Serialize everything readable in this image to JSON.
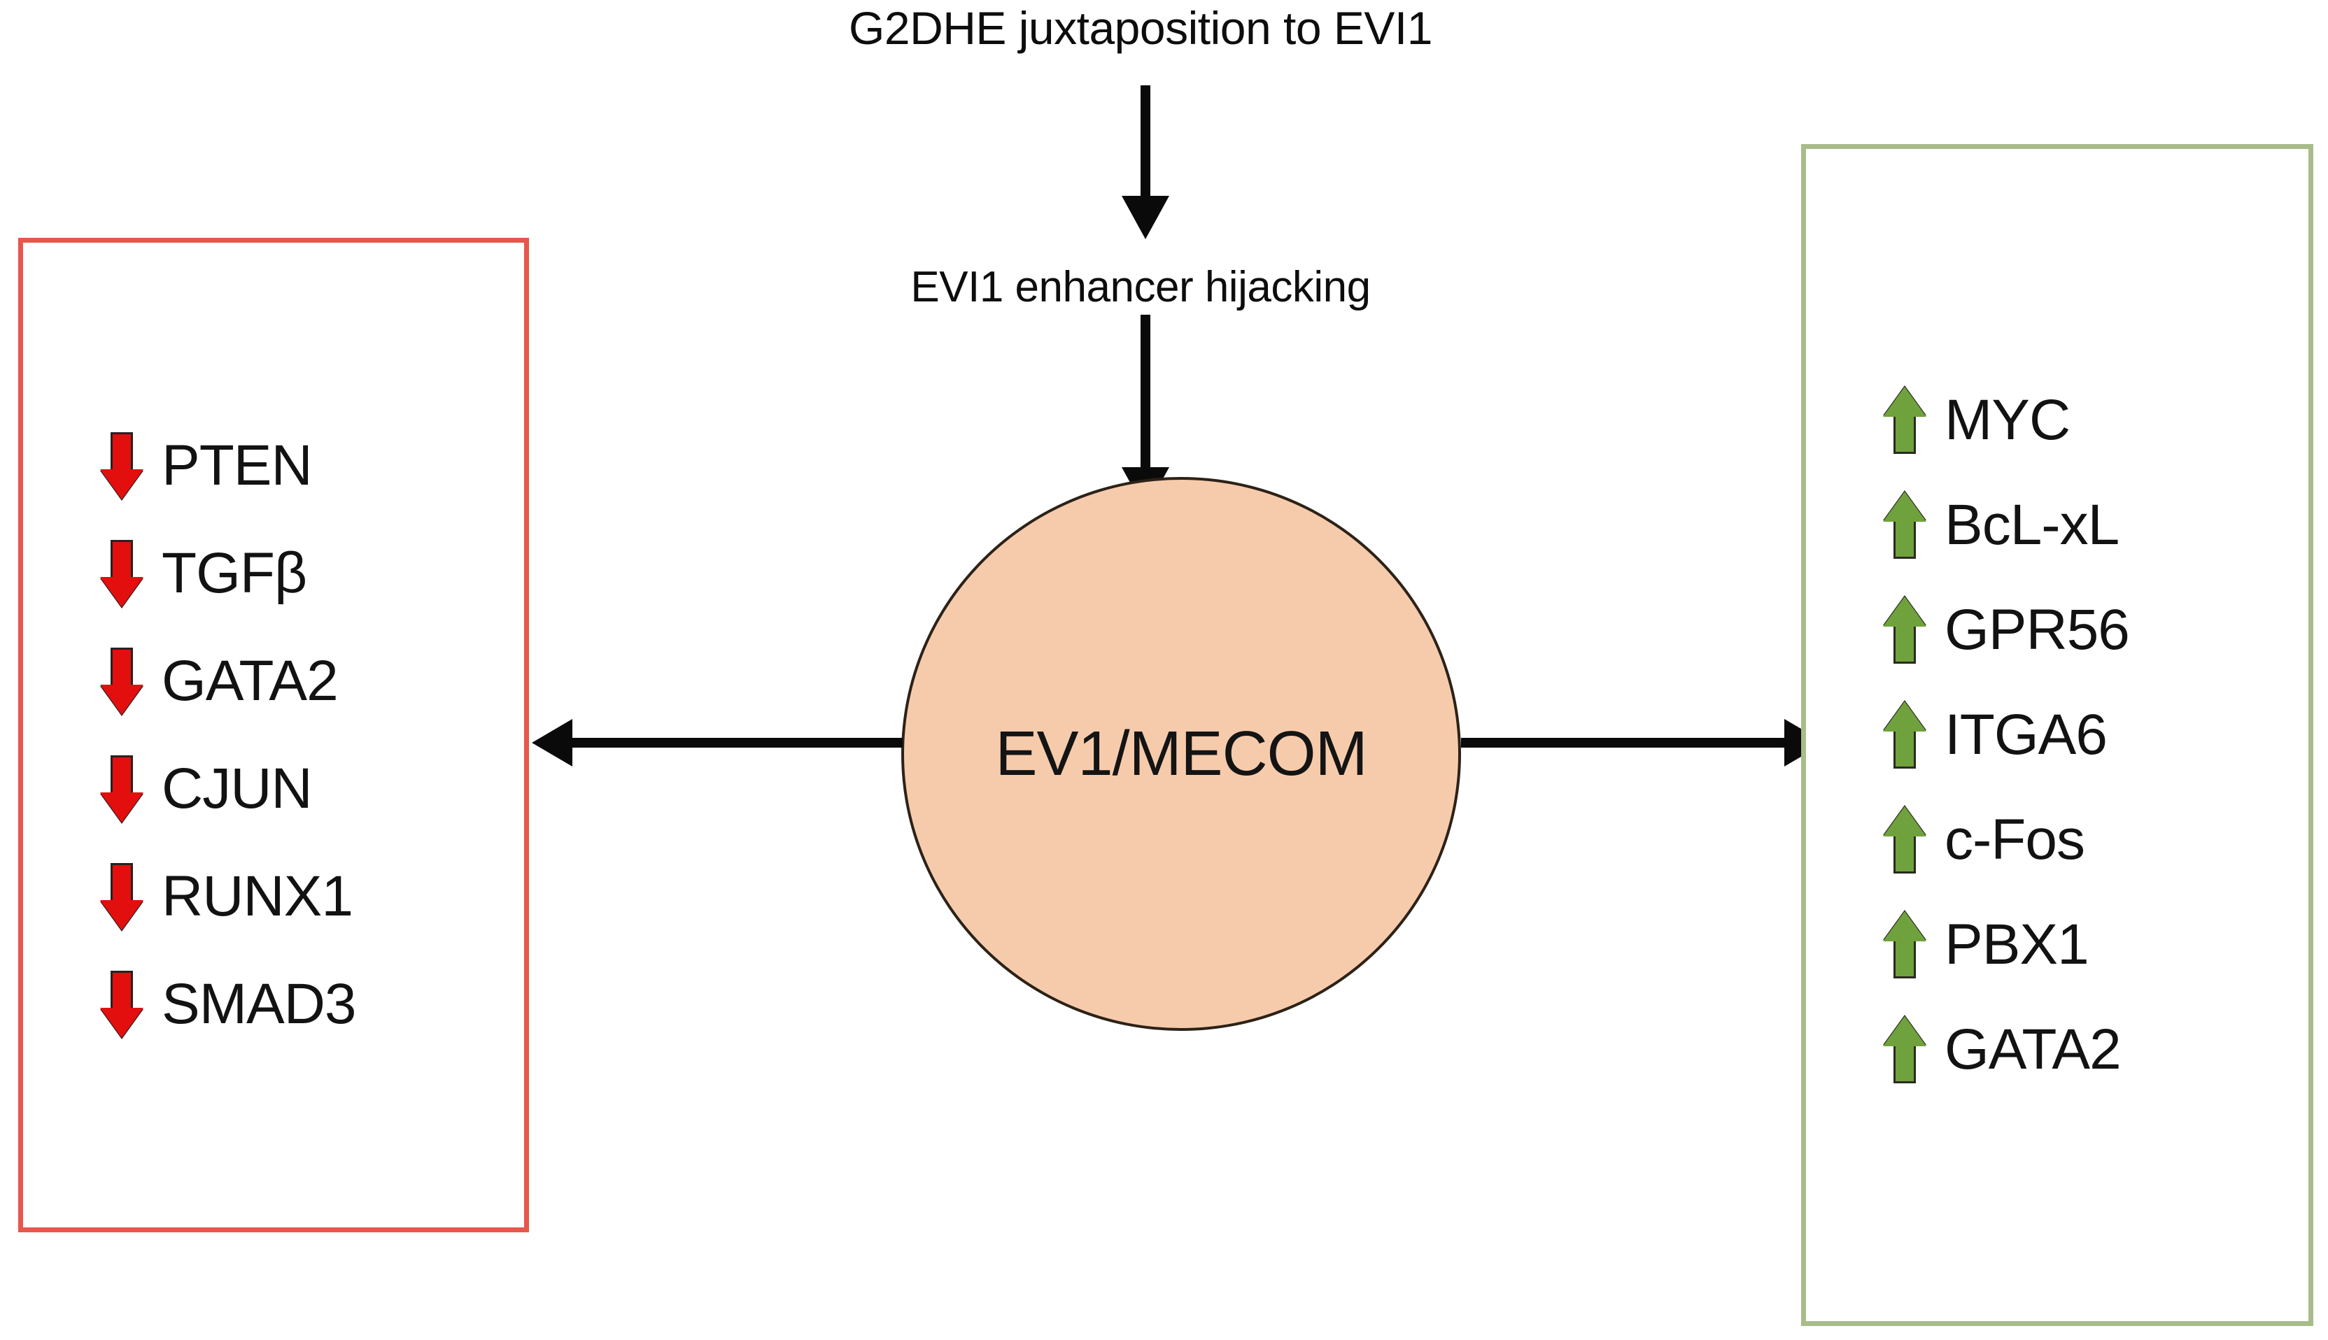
{
  "diagram": {
    "title": "G2DHE juxtaposition to EVI1",
    "flow": {
      "step1_label": "G2DHE juxtaposition to EVI1",
      "step2_label": "EVI1 enhancer hijacking",
      "hub_label": "EV1/MECOM"
    },
    "colors": {
      "hub_fill": "#F6CBAC",
      "hub_border": "#2c2218",
      "downregulated_border": "#E8564C",
      "downregulated_arrow": "#E30E0E",
      "upregulated_border": "#A8BC8A",
      "upregulated_arrow": "#6FA23C",
      "connector": "#0a0a0a",
      "background": "#ffffff"
    },
    "downregulated_panel": {
      "arrow_icon": "arrow-down-icon",
      "direction": "down",
      "genes": [
        "PTEN",
        "TGFβ",
        "GATA2",
        "CJUN",
        "RUNX1",
        "SMAD3"
      ]
    },
    "upregulated_panel": {
      "arrow_icon": "arrow-up-icon",
      "direction": "up",
      "genes": [
        "MYC",
        "BcL-xL",
        "GPR56",
        "ITGA6",
        "c-Fos",
        "PBX1",
        "GATA2"
      ]
    },
    "connectors": [
      {
        "name": "top-vertical-arrow",
        "direction": "down"
      },
      {
        "name": "mid-vertical-arrow",
        "direction": "down"
      },
      {
        "name": "left-horizontal-arrow",
        "direction": "left"
      },
      {
        "name": "right-horizontal-arrow",
        "direction": "right"
      }
    ]
  }
}
